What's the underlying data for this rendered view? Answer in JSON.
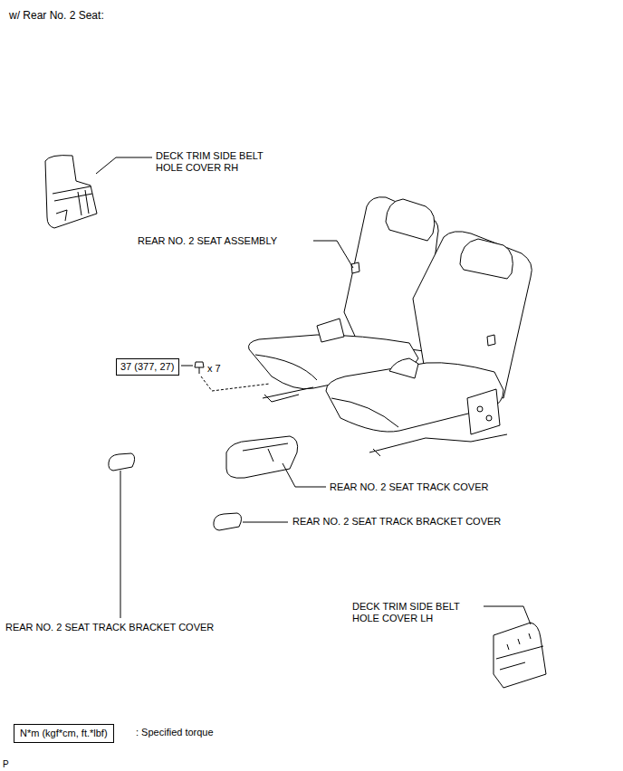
{
  "diagram": {
    "title": "w/ Rear No. 2 Seat:",
    "nodes": [
      {
        "text": [
          "37 (377, 27)"
        ]
      },
      {
        "text": [
          "N*m (kgf*cm, ft.*lbf)"
        ]
      }
    ],
    "labels": [
      "DECK TRIM SIDE BELT HOLE COVER RH",
      "REAR NO. 2 SEAT ASSEMBLY",
      "x 7",
      "REAR NO. 2 SEAT TRACK COVER",
      "REAR NO. 2 SEAT TRACK BRACKET COVER",
      "REAR NO. 2 SEAT TRACK BRACKET COVER",
      "DECK TRIM SIDE BELT HOLE COVER LH",
      ": Specified torque",
      "P"
    ]
  }
}
